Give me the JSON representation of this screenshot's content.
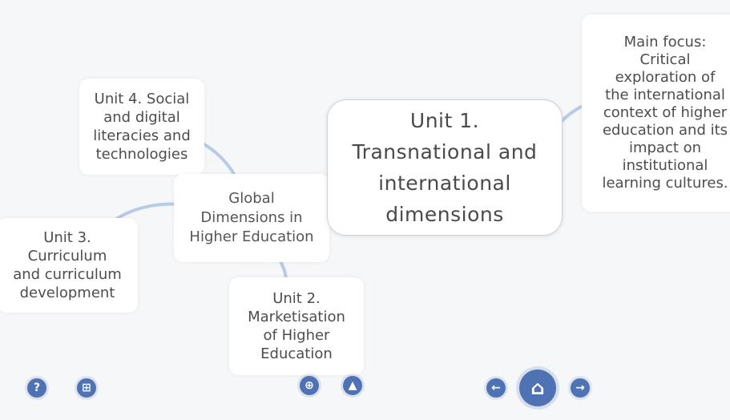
{
  "mindmap": {
    "main_node": "Unit 1.\nTransnational and\ninternational\ndimensions",
    "center_node": "Global\nDimensions in\nHigher Education",
    "focus_node": "Main focus:\nCritical\nexploration of\nthe international\ncontext of higher\neducation and its\nimpact on\ninstitutional\nlearning cultures.",
    "unit2": "Unit 2.\nMarketisation\nof Higher\nEducation",
    "unit3": "Unit 3.\nCurriculum\nand curriculum\ndevelopment",
    "unit4": "Unit 4. Social\nand digital\nliteracies and\ntechnologies"
  },
  "controls": {
    "help": "?",
    "overview": "⊞",
    "zoom": "⊕",
    "up": "▲",
    "prev": "←",
    "home": "⌂",
    "next": "→"
  },
  "colors": {
    "accent": "#4f72b5",
    "connector": "#b7cbe6",
    "background": "#f6f7f8"
  }
}
